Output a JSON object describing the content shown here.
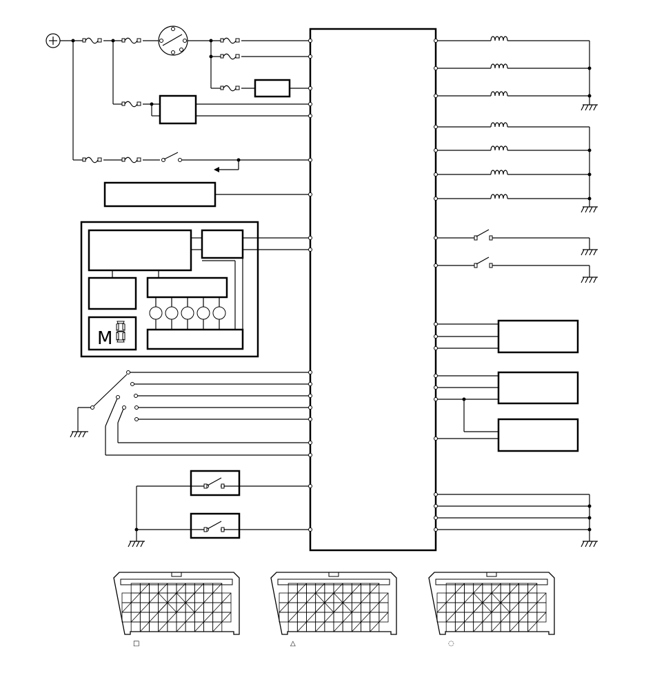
{
  "display": {
    "gear_letter": "M"
  },
  "connectors": [
    {
      "id": "left",
      "mark": "□"
    },
    {
      "id": "middle",
      "mark": "△"
    },
    {
      "id": "right",
      "mark": "◌"
    }
  ]
}
